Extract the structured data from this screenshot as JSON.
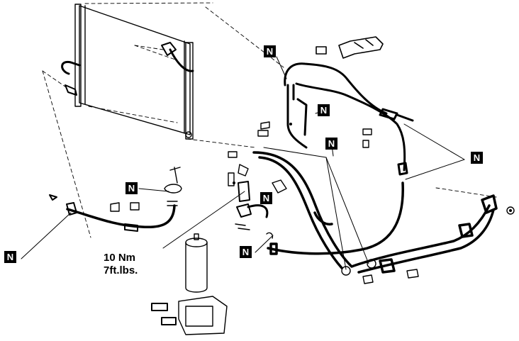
{
  "callouts": {
    "marker": "N",
    "torque_line1": "10 Nm",
    "torque_line2": "7ft.lbs."
  },
  "colors": {
    "ink": "#000000",
    "paper": "#ffffff"
  }
}
